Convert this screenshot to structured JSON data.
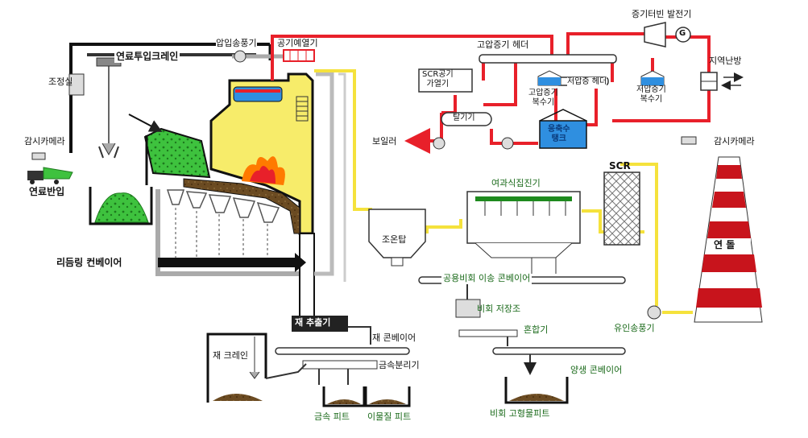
{
  "labels": {
    "control_room": "조정실",
    "fuel_crane": "연료투입크레인",
    "monitor_camera_left": "감시카메라",
    "fuel_receiving": "연료반입",
    "forced_draft_fan": "압입송풍기",
    "air_preheater": "공기예열기",
    "grate_conveyor": "리듬링 컨베이어",
    "high_pressure_header": "고압증기 헤더",
    "turbine_generator": "증기터빈 발전기",
    "district_heating": "지역난방",
    "scr_air_heater": "SCR공기\n가열기",
    "low_pressure_header": "저압증 헤더",
    "hp_condenser": "고압증기\n복수기",
    "lp_condenser": "저압증기\n복수기",
    "deaerator": "탈기기",
    "condensate_tank": "응축수\n탱크",
    "boiler": "보일러",
    "monitor_camera_right": "감시카메라",
    "bag_filter": "여과식집진기",
    "scr": "SCR",
    "cooling_tower": "조온탑",
    "stack": "연 돌",
    "fly_ash_conveyor": "공용비회 이송 콘베이어",
    "fly_ash_storage": "비회 저장조",
    "mixer": "혼합기",
    "curing_conveyor": "양생 콘베이어",
    "fly_ash_pit": "비회 고형물피트",
    "induced_draft_fan": "유인송풍기",
    "ash_extractor": "재 추출기",
    "ash_conveyor": "재 콘베이어",
    "ash_crane": "재 크레인",
    "metal_separator": "금속분리기",
    "metal_pit": "금속 피트",
    "foreign_matter_pit": "이물질 피트",
    "generator_symbol": "G"
  },
  "colors": {
    "steam_red": "#e8202a",
    "flue_yellow": "#f5e23c",
    "furnace_yellow": "#f7ec6a",
    "fuel_green": "#3ec23e",
    "water_blue": "#2f8fe0",
    "flame_orange": "#ff7a00",
    "structure_gray": "#9a9a9a",
    "stack_red": "#c8141c",
    "ash_brown": "#6b4b22"
  }
}
